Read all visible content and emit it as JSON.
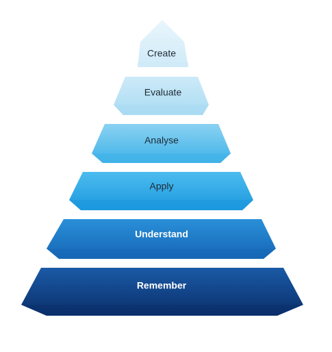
{
  "diagram": {
    "tiers": [
      {
        "label": "Create",
        "color_top": "#e9f6fc",
        "color_bottom": "#cfeaf8",
        "text_color": "#1f2b36"
      },
      {
        "label": "Evaluate",
        "color_top": "#cdeaf8",
        "color_bottom": "#a9dbf3",
        "text_color": "#1f2b36"
      },
      {
        "label": "Analyse",
        "color_top": "#8ad2f2",
        "color_bottom": "#3fb2e8",
        "text_color": "#1f2b36"
      },
      {
        "label": "Apply",
        "color_top": "#4cbcef",
        "color_bottom": "#1c98de",
        "text_color": "#1f2b36"
      },
      {
        "label": "Understand",
        "color_top": "#2a8fd8",
        "color_bottom": "#1667b6",
        "text_color": "#ffffff"
      },
      {
        "label": "Remember",
        "color_top": "#1a5aa6",
        "color_bottom": "#0b2f6b",
        "text_color": "#ffffff"
      }
    ]
  }
}
